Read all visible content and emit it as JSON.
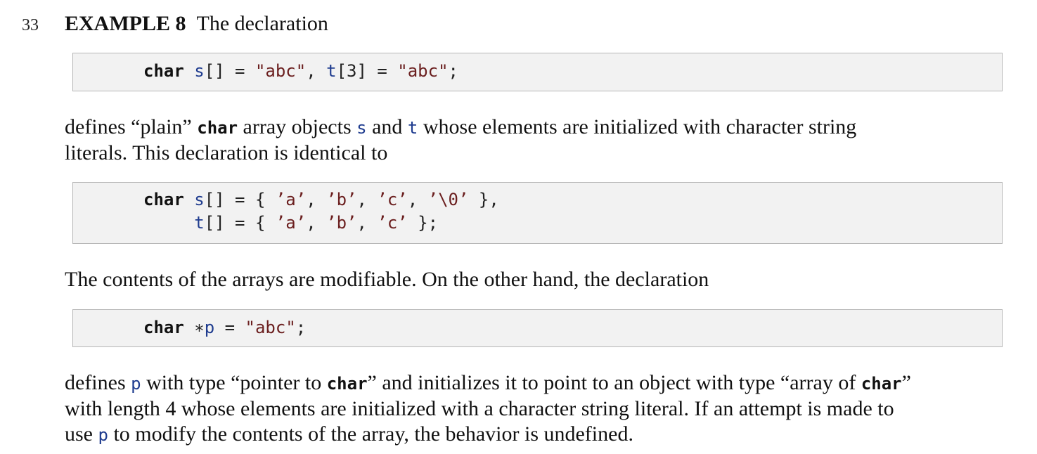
{
  "page": {
    "line_number": "33"
  },
  "heading": {
    "label": "EXAMPLE 8",
    "text": "The declaration"
  },
  "code1": {
    "kw": "char",
    "s": "s",
    "op1": "[] = ",
    "str1": "\"abc\"",
    "sep": ", ",
    "t": "t",
    "op2": "[3] = ",
    "str2": "\"abc\"",
    "end": ";"
  },
  "para1": {
    "p1": "defines “plain” ",
    "char": "char",
    "p2": " array objects ",
    "s": "s",
    "p3": " and ",
    "t": "t",
    "p4": " whose elements are initialized with character string",
    "line2": "literals. This declaration is identical to"
  },
  "code2": {
    "kw": "char",
    "s": "s",
    "op1": "[] = { ",
    "a": "’a’",
    "c1": ", ",
    "b": "’b’",
    "c2": ", ",
    "c": "’c’",
    "c3": ", ",
    "z": "’\\0’",
    "end1": " },",
    "t": "t",
    "op2": "[] = { ",
    "a2": "’a’",
    "c4": ", ",
    "b2": "’b’",
    "c5": ", ",
    "c2val": "’c’",
    "end2": " };"
  },
  "para2": {
    "text": "The contents of the arrays are modifiable. On the other hand, the declaration"
  },
  "code3": {
    "kw": "char",
    "star": " ∗",
    "p": "p",
    "op": " = ",
    "str": "\"abc\"",
    "end": ";"
  },
  "para3": {
    "l1a": "defines ",
    "p": "p",
    "l1b": " with type “pointer to ",
    "char1": "char",
    "l1c": "” and initializes it to point to an object with type “array of ",
    "char2": "char",
    "l1d": "”",
    "line2": "with length 4 whose elements are initialized with a character string literal. If an attempt is made to",
    "l3a": "use ",
    "p2": "p",
    "l3b": " to modify the contents of the array, the behavior is undefined."
  }
}
